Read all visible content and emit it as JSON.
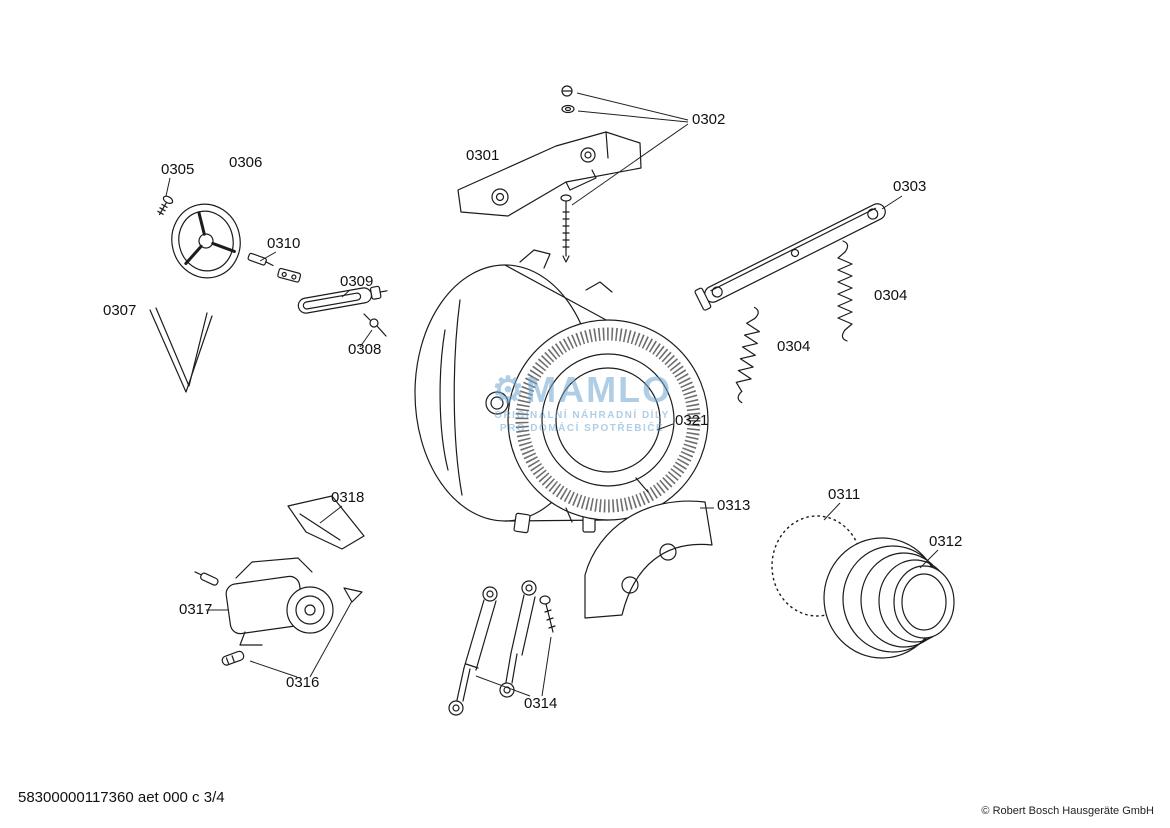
{
  "labels": [
    {
      "id": "0301",
      "text": "0301"
    },
    {
      "id": "0302",
      "text": "0302"
    },
    {
      "id": "0303",
      "text": "0303"
    },
    {
      "id": "0304a",
      "text": "0304"
    },
    {
      "id": "0304b",
      "text": "0304"
    },
    {
      "id": "0305",
      "text": "0305"
    },
    {
      "id": "0306",
      "text": "0306"
    },
    {
      "id": "0307",
      "text": "0307"
    },
    {
      "id": "0308",
      "text": "0308"
    },
    {
      "id": "0309",
      "text": "0309"
    },
    {
      "id": "0310",
      "text": "0310"
    },
    {
      "id": "0311",
      "text": "0311"
    },
    {
      "id": "0312",
      "text": "0312"
    },
    {
      "id": "0313",
      "text": "0313"
    },
    {
      "id": "0314",
      "text": "0314"
    },
    {
      "id": "0316",
      "text": "0316"
    },
    {
      "id": "0317",
      "text": "0317"
    },
    {
      "id": "0318",
      "text": "0318"
    },
    {
      "id": "0321",
      "text": "0321"
    }
  ],
  "footer": {
    "doc_code": "58300000117360 aet 000 c 3/4",
    "copyright": "© Robert Bosch Hausgeräte GmbH"
  },
  "watermark": {
    "gear_icon": "⚙",
    "brand": "MAMLO",
    "line1": "ORIGINÁLNÍ NÁHRADNÍ DÍLY",
    "line2": "PRO DOMÁCÍ SPOTŘEBIČE",
    "color": "#8fbede"
  }
}
